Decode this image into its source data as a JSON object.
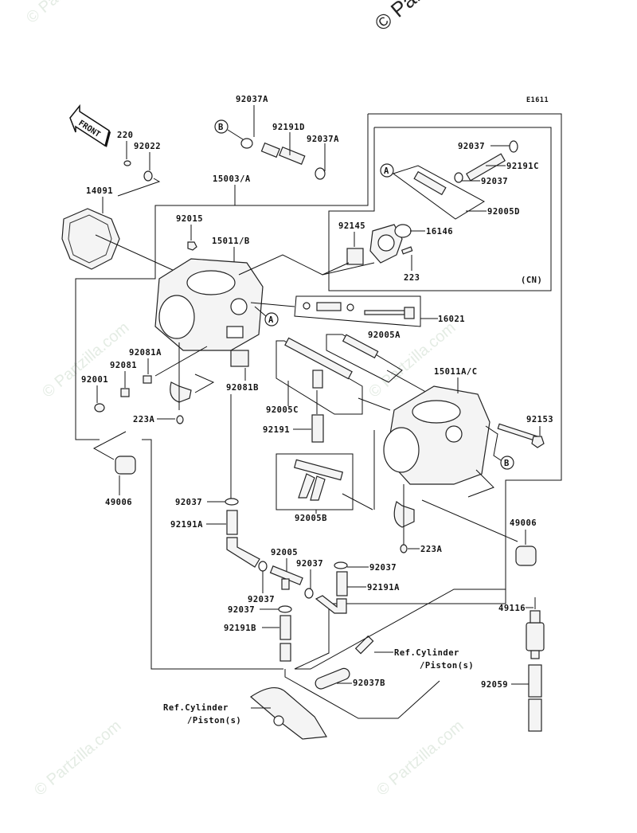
{
  "diagram": {
    "title_code": "E1611",
    "watermark": "© Partzilla.com",
    "watermark_top": "© Part",
    "front_label": "FRONT",
    "cn_label": "(CN)",
    "refs": {
      "A": "A",
      "B": "B"
    },
    "parts": {
      "p92037A_top": "92037A",
      "p92191D": "92191D",
      "p92037A_right": "92037A",
      "p220": "220",
      "p92022": "92022",
      "p14091": "14091",
      "p15003A": "15003/A",
      "p92015": "92015",
      "p15011B": "15011/B",
      "p92037_cn1": "92037",
      "p92191C": "92191C",
      "p92037_cn2": "92037",
      "p92005D": "92005D",
      "p92145": "92145",
      "p16146": "16146",
      "p223": "223",
      "p16021": "16021",
      "p92005A": "92005A",
      "p92081A": "92081A",
      "p92081": "92081",
      "p92001": "92001",
      "p92081B": "92081B",
      "p15011AC": "15011A/C",
      "p92005C": "92005C",
      "p223A_left": "223A",
      "p92153": "92153",
      "p92191": "92191",
      "p49006_left": "49006",
      "p92037_mid": "92037",
      "p92191A_left": "92191A",
      "p92005B": "92005B",
      "p49006_right": "49006",
      "p223A_right": "223A",
      "p92005": "92005",
      "p92037_c1": "92037",
      "p92037_c2": "92037",
      "p92191A_right": "92191A",
      "p92037_c3": "92037",
      "p92037_c4": "92037",
      "p92191B": "92191B",
      "p49116": "49116",
      "ref_cyl_1a": "Ref.Cylinder",
      "ref_cyl_1b": "/Piston(s)",
      "p92037B": "92037B",
      "p92059": "92059",
      "ref_cyl_2a": "Ref.Cylinder",
      "ref_cyl_2b": "/Piston(s)"
    }
  }
}
